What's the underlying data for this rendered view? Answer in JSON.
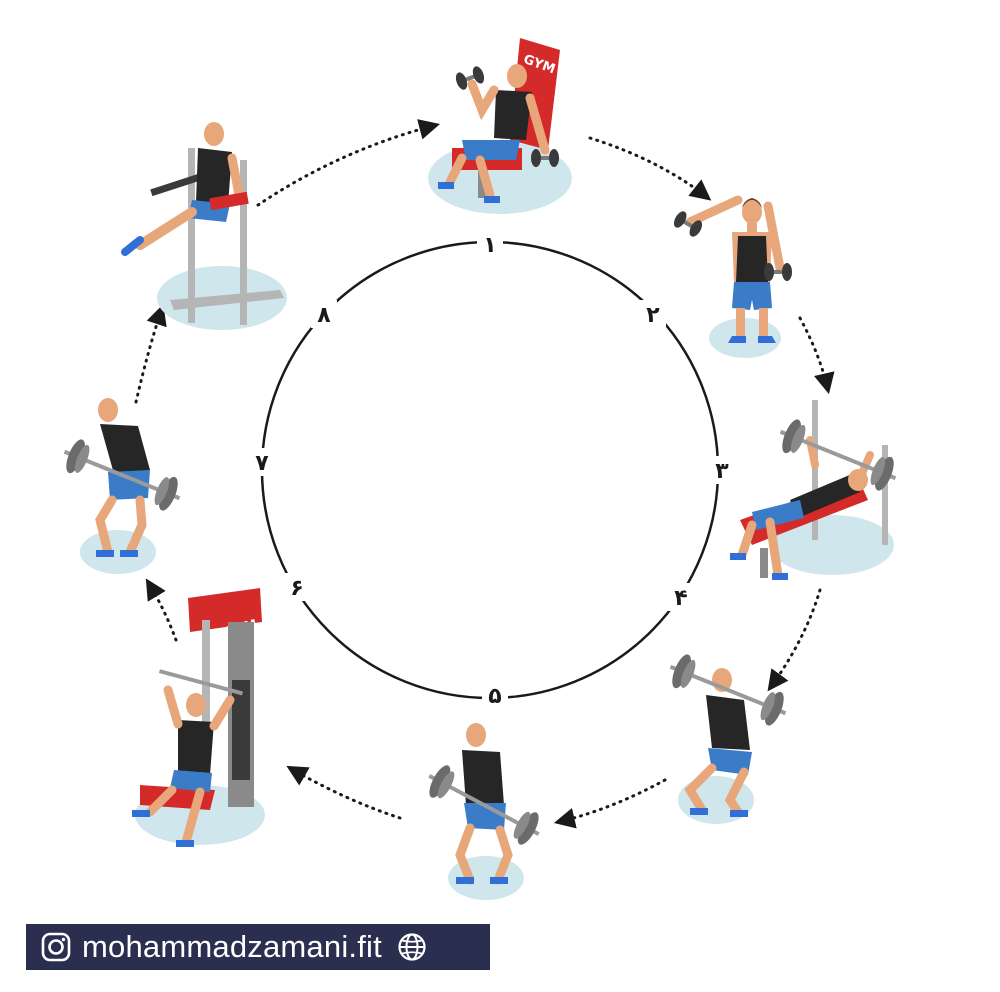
{
  "cycle": {
    "numbers": [
      "١",
      "٢",
      "٣",
      "۴",
      "۵",
      "۶",
      "٧",
      "٨"
    ]
  },
  "exercises": [
    {
      "id": "seated-dumbbell-curl",
      "label": "GYM"
    },
    {
      "id": "dumbbell-lateral-raise"
    },
    {
      "id": "barbell-bench-press"
    },
    {
      "id": "barbell-front-squat"
    },
    {
      "id": "barbell-deadlift"
    },
    {
      "id": "machine-shoulder-press",
      "label": "GYM"
    },
    {
      "id": "barbell-bent-over-row"
    },
    {
      "id": "captains-chair-leg-raise"
    }
  ],
  "footer": {
    "handle": "mohammadzamani.fit",
    "left_icon": "instagram-icon",
    "right_icon": "globe-icon"
  },
  "colors": {
    "skin": "#e8a77a",
    "hair": "#6b3a1f",
    "tank": "#262626",
    "shorts": "#3b7cc9",
    "shoes": "#2f6fd6",
    "bench_red": "#d42a2a",
    "floor_disc": "#cfe7ec",
    "footer_bg": "#2b2f4f"
  }
}
